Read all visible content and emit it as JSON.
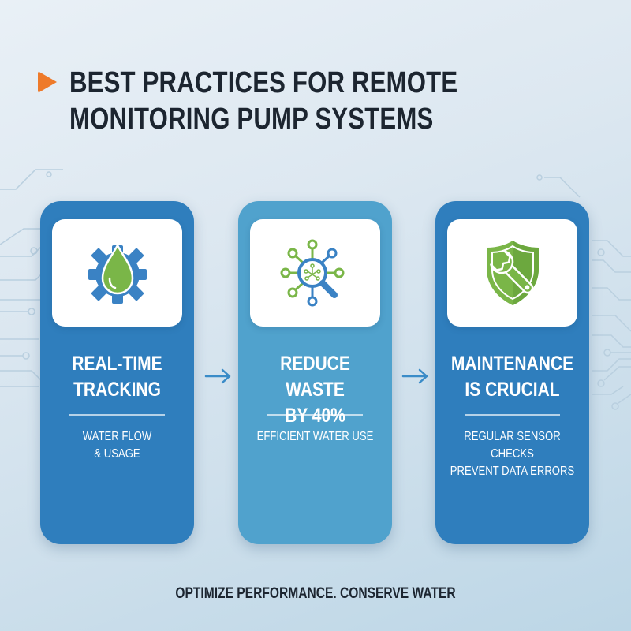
{
  "title": {
    "line1": "BEST PRACTICES FOR REMOTE",
    "line2": "MONITORING PUMP SYSTEMS",
    "bullet_icon": "play-triangle-icon",
    "accent_color": "#ee7a2a"
  },
  "cards": [
    {
      "icon": "gear-water-drop-icon",
      "title_line1": "REAL-TIME",
      "title_line2": "TRACKING",
      "desc_line1": "WATER FLOW",
      "desc_line2": "& USAGE",
      "color": "#2f7ebd"
    },
    {
      "icon": "network-magnifier-icon",
      "title_line1": "REDUCE WASTE",
      "title_line2": "BY 40%",
      "desc_line1": "EFFICIENT WATER USE",
      "desc_line2": "",
      "color": "#50a2cd"
    },
    {
      "icon": "shield-wrench-icon",
      "title_line1": "MAINTENANCE",
      "title_line2": "IS CRUCIAL",
      "desc_line1": "REGULAR SENSOR CHECKS",
      "desc_line2": "PREVENT DATA ERRORS",
      "color": "#2f7ebd"
    }
  ],
  "arrows": [
    "arrow-right-icon",
    "arrow-right-icon"
  ],
  "footer": {
    "tagline": "OPTIMIZE PERFORMANCE. CONSERVE WATER"
  },
  "colors": {
    "blue_dark": "#2f7ebd",
    "blue_light": "#50a2cd",
    "green": "#7ab648",
    "text_dark": "#1c2530"
  }
}
